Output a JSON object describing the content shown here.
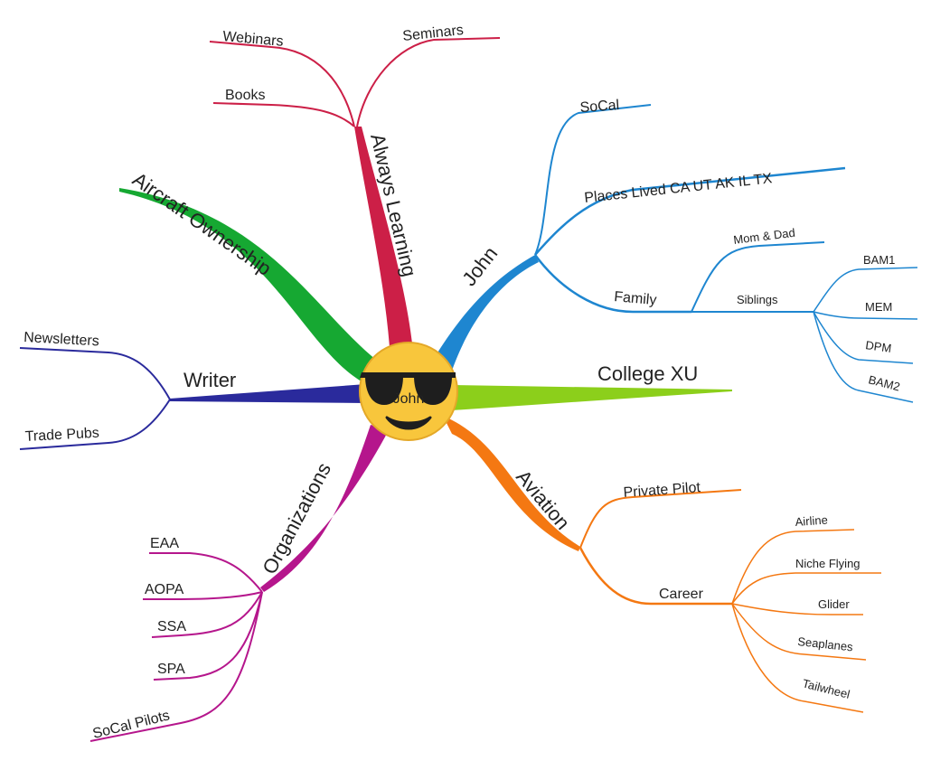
{
  "root": {
    "label": "John"
  },
  "branches": {
    "always_learning": {
      "label": "Always Learning",
      "color": "#cc1f47",
      "children": [
        "Webinars",
        "Seminars",
        "Books"
      ]
    },
    "aircraft_ownership": {
      "label": "Aircraft Ownership",
      "color": "#16a832"
    },
    "john": {
      "label": "John",
      "color": "#1e86d0",
      "children": {
        "socal": "SoCal",
        "places": "Places Lived CA UT AK IL TX",
        "family": "Family",
        "mom_dad": "Mom & Dad",
        "siblings": "Siblings",
        "sib": [
          "BAM1",
          "MEM",
          "DPM",
          "BAM2"
        ]
      }
    },
    "college": {
      "label": "College XU",
      "color": "#8ccf1b"
    },
    "aviation": {
      "label": "Aviation",
      "color": "#f47812",
      "children": {
        "private_pilot": "Private Pilot",
        "career": "Career",
        "career_items": [
          "Airline",
          "Niche Flying",
          "Glider",
          "Seaplanes",
          "Tailwheel"
        ]
      }
    },
    "organizations": {
      "label": "Organizations",
      "color": "#b5168c",
      "children": [
        "EAA",
        "AOPA",
        "SSA",
        "SPA",
        "SoCal Pilots"
      ]
    },
    "writer": {
      "label": "Writer",
      "color": "#2a2a9c",
      "children": [
        "Newsletters",
        "Trade Pubs"
      ]
    }
  }
}
